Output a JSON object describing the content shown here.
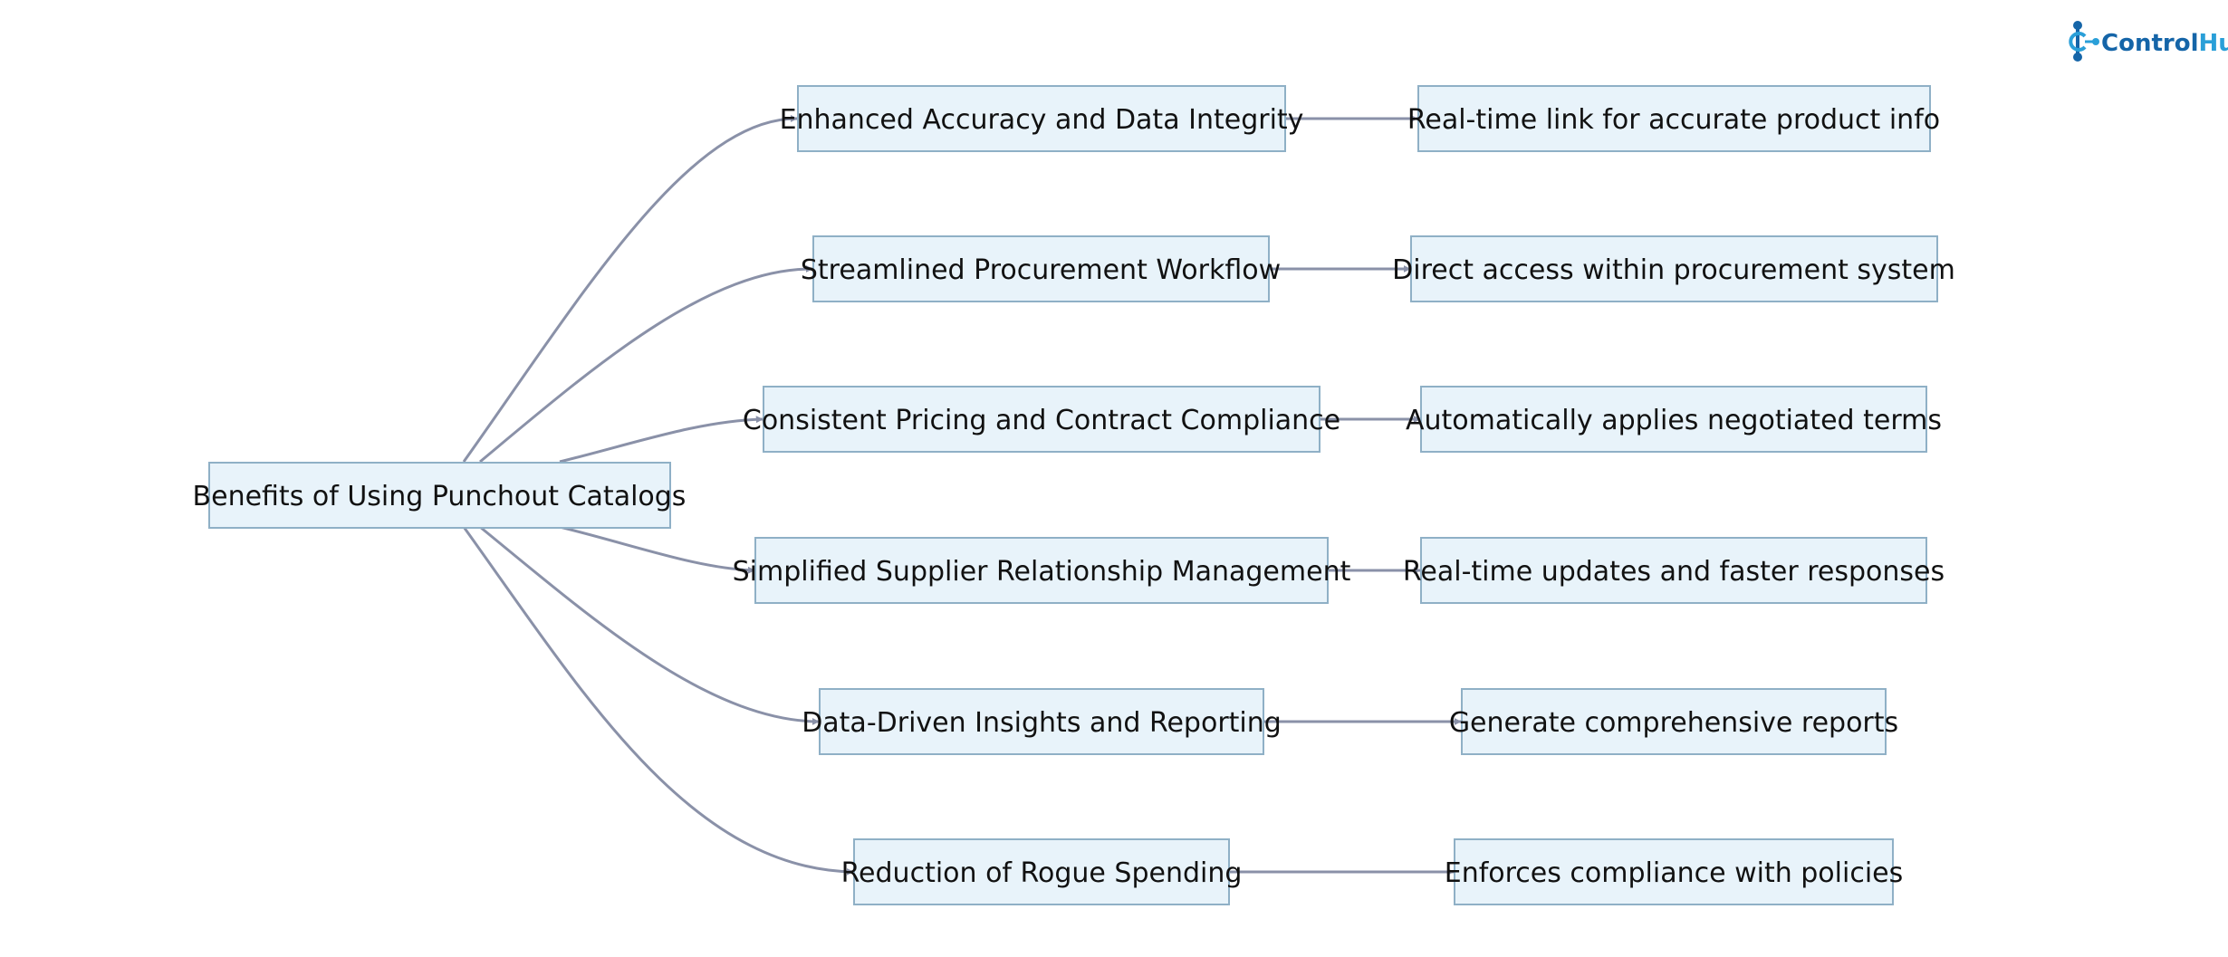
{
  "logo": {
    "text_part1": "Control",
    "text_part2": "Hub",
    "color_dark": "#1565a8",
    "color_light": "#2a9fd8"
  },
  "colors": {
    "node_fill": "#e8f3fa",
    "node_border": "#8fb0c6",
    "edge": "#8a91a8",
    "text": "#111111"
  },
  "root": {
    "label": "Benefits of Using Punchout Catalogs"
  },
  "benefits": [
    {
      "label": "Enhanced Accuracy and Data Integrity",
      "detail": "Real-time link for accurate product info"
    },
    {
      "label": "Streamlined Procurement Workflow",
      "detail": "Direct access within procurement system"
    },
    {
      "label": "Consistent Pricing and Contract Compliance",
      "detail": "Automatically applies negotiated terms"
    },
    {
      "label": "Simplified Supplier Relationship Management",
      "detail": "Real-time updates and faster responses"
    },
    {
      "label": "Data-Driven Insights and Reporting",
      "detail": "Generate comprehensive reports"
    },
    {
      "label": "Reduction of Rogue Spending",
      "detail": "Enforces compliance with policies"
    }
  ]
}
